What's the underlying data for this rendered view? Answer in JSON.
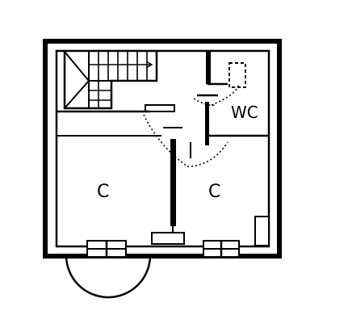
{
  "plan": {
    "rooms": [
      {
        "id": "room-left",
        "label": "C"
      },
      {
        "id": "room-right",
        "label": "C"
      },
      {
        "id": "wc",
        "label": "WC"
      }
    ],
    "colors": {
      "ink": "#000000",
      "paper": "#ffffff"
    }
  }
}
